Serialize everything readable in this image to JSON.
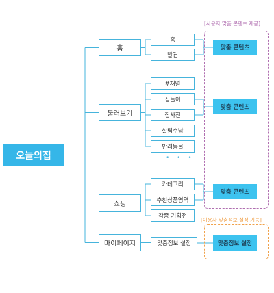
{
  "colors": {
    "accent": "#35b6e8",
    "line": "#46b4dc",
    "fit_box": "#3dc3ef",
    "group_purple": "#b06fb0",
    "group_orange": "#f0a14a"
  },
  "root": {
    "label": "오늘의집"
  },
  "categories": [
    {
      "label": "홈",
      "children": [
        "홈",
        "발견"
      ]
    },
    {
      "label": "둘러보기",
      "children": [
        "#채널",
        "집들이",
        "집사진",
        "살림수납",
        "반려동물"
      ]
    },
    {
      "label": "쇼핑",
      "children": [
        "카테고리",
        "추천상품영역",
        "각종 기획전"
      ]
    },
    {
      "label": "마이페이지",
      "children": [
        "맞춤정보 설정"
      ]
    }
  ],
  "more_indicator": "• • •",
  "fit_content": [
    "맞춤 콘텐츠",
    "맞춤 콘텐츠",
    "맞춤 콘텐츠"
  ],
  "fit_settings": "맞춤정보 설정",
  "groups": {
    "content": "[사용자 맞춤 콘텐츠 제공]",
    "settings": "[이용자 맞춤정보 설정 기능]"
  }
}
